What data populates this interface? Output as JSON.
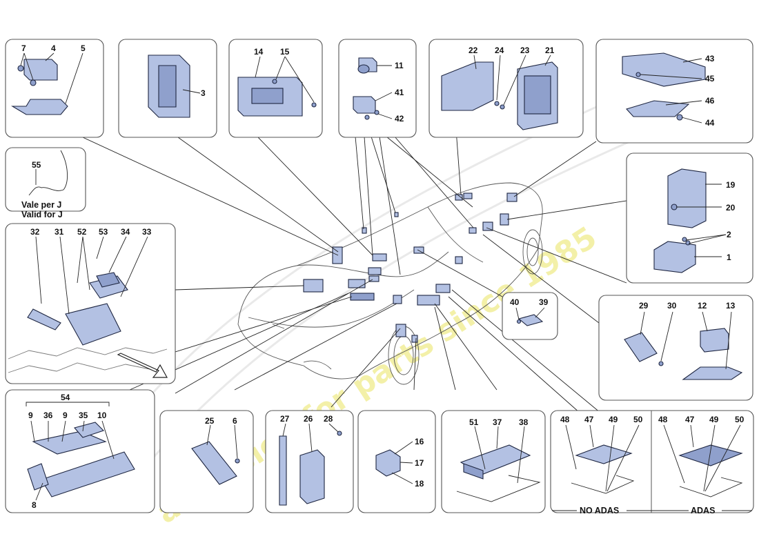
{
  "watermark": {
    "slogan": "a passion for parts since 1985"
  },
  "panels": [
    {
      "id": "p-top-1",
      "labels": [
        "7",
        "4",
        "5"
      ]
    },
    {
      "id": "p-top-2",
      "labels": [
        "3"
      ]
    },
    {
      "id": "p-top-3",
      "labels": [
        "14",
        "15"
      ]
    },
    {
      "id": "p-top-4",
      "labels": [
        "11",
        "41",
        "42"
      ]
    },
    {
      "id": "p-top-5",
      "labels": [
        "22",
        "24",
        "23",
        "21"
      ]
    },
    {
      "id": "p-top-6",
      "labels": [
        "43",
        "45",
        "46",
        "44"
      ]
    },
    {
      "id": "p-left-small",
      "labels": [
        "55"
      ],
      "captions": [
        "Vale per J",
        "Valid for J"
      ]
    },
    {
      "id": "p-left-big",
      "labels": [
        "32",
        "31",
        "52",
        "53",
        "34",
        "33"
      ]
    },
    {
      "id": "p-right-1",
      "labels": [
        "19",
        "20",
        "2",
        "1"
      ]
    },
    {
      "id": "p-mid-small",
      "labels": [
        "40",
        "39"
      ]
    },
    {
      "id": "p-right-2",
      "labels": [
        "29",
        "30",
        "12",
        "13"
      ]
    },
    {
      "id": "p-bot-1",
      "labels": [
        "54",
        "9",
        "36",
        "9",
        "35",
        "10",
        "8"
      ]
    },
    {
      "id": "p-bot-2",
      "labels": [
        "25",
        "6"
      ]
    },
    {
      "id": "p-bot-3",
      "labels": [
        "27",
        "26",
        "28"
      ]
    },
    {
      "id": "p-bot-4",
      "labels": [
        "16",
        "17",
        "18"
      ]
    },
    {
      "id": "p-bot-5",
      "labels": [
        "51",
        "37",
        "38"
      ]
    },
    {
      "id": "p-bot-6",
      "labels": [
        "48",
        "47",
        "49",
        "50",
        "48",
        "47",
        "49",
        "50"
      ],
      "captions": [
        "NO ADAS",
        "ADAS"
      ]
    }
  ]
}
